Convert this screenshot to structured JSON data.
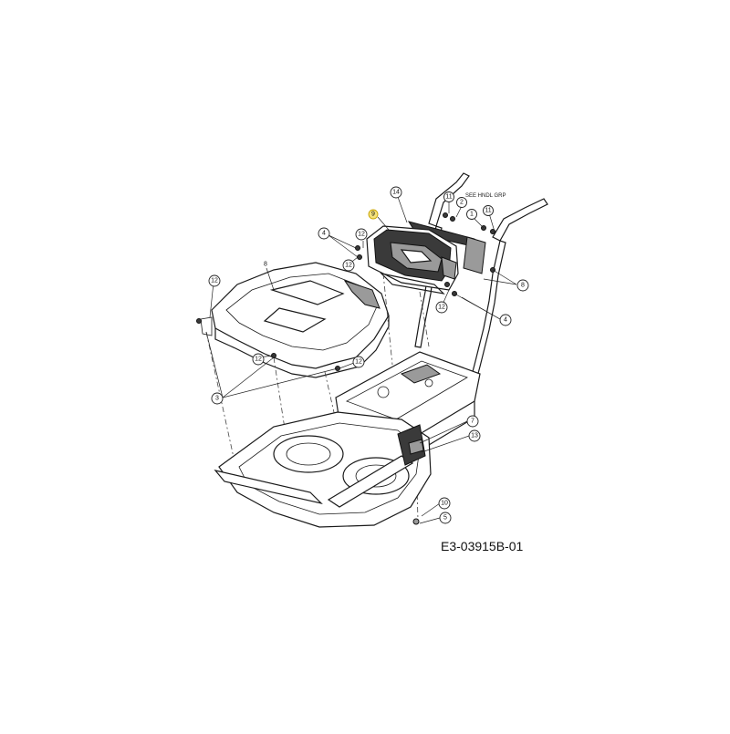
{
  "diagram": {
    "drawing_code": "E3-03915B-01",
    "note": "SEE HNDL GRP",
    "callouts": [
      {
        "label": "14"
      },
      {
        "label": "9",
        "highlighted": true
      },
      {
        "label": "11"
      },
      {
        "label": "2"
      },
      {
        "label": "1"
      },
      {
        "label": "11"
      },
      {
        "label": "4"
      },
      {
        "label": "12"
      },
      {
        "label": "12"
      },
      {
        "label": "8"
      },
      {
        "label": "8"
      },
      {
        "label": "12"
      },
      {
        "label": "4"
      },
      {
        "label": "12"
      },
      {
        "label": "12"
      },
      {
        "label": "3"
      },
      {
        "label": "7"
      },
      {
        "label": "13"
      },
      {
        "label": "10"
      },
      {
        "label": "5"
      }
    ]
  }
}
